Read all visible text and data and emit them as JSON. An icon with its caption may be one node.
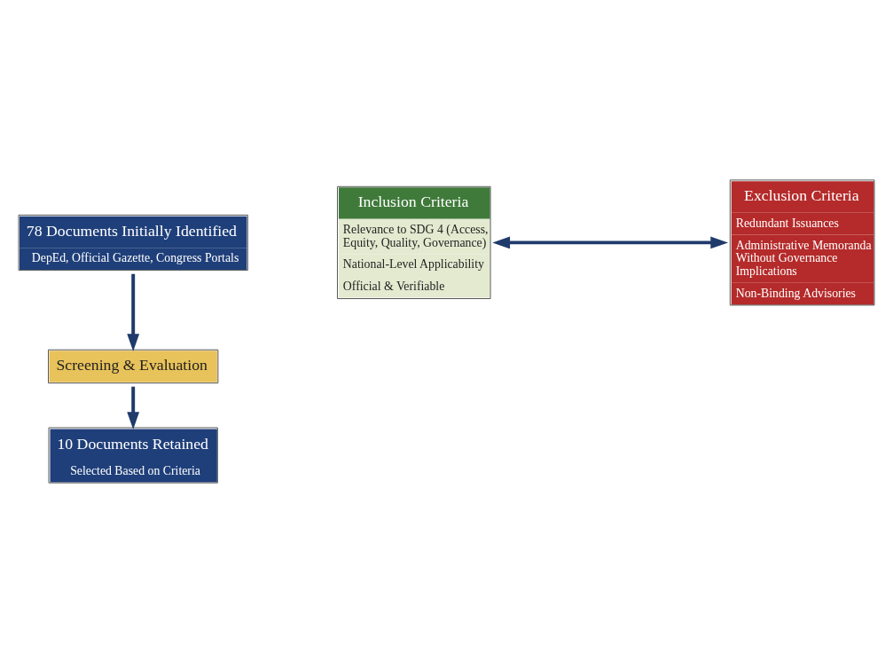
{
  "diagram": {
    "nodes": [
      {
        "text": [
          "78 Documents Initially Identified",
          "DepEd, Official Gazette, Congress Portals"
        ]
      },
      {
        "text": [
          "Inclusion Criteria",
          "Relevance to SDG 4 (Access, Equity, Quality, Governance)",
          "National-Level Applicability",
          "Official & Verifiable"
        ]
      },
      {
        "text": [
          "Exclusion Criteria",
          "Redundant Issuances",
          "Administrative Memoranda Without Governance Implications",
          "Non-Binding Advisories"
        ]
      },
      {
        "text": [
          "Screening & Evaluation"
        ]
      },
      {
        "text": [
          "10 Documents Retained",
          "Selected Based on Criteria"
        ]
      }
    ],
    "edges": [
      {
        "from": 0,
        "to": 3,
        "arrow": "to"
      },
      {
        "from": 1,
        "to": 2,
        "arrow": "both"
      },
      {
        "from": 3,
        "to": 4,
        "arrow": "to"
      }
    ]
  }
}
